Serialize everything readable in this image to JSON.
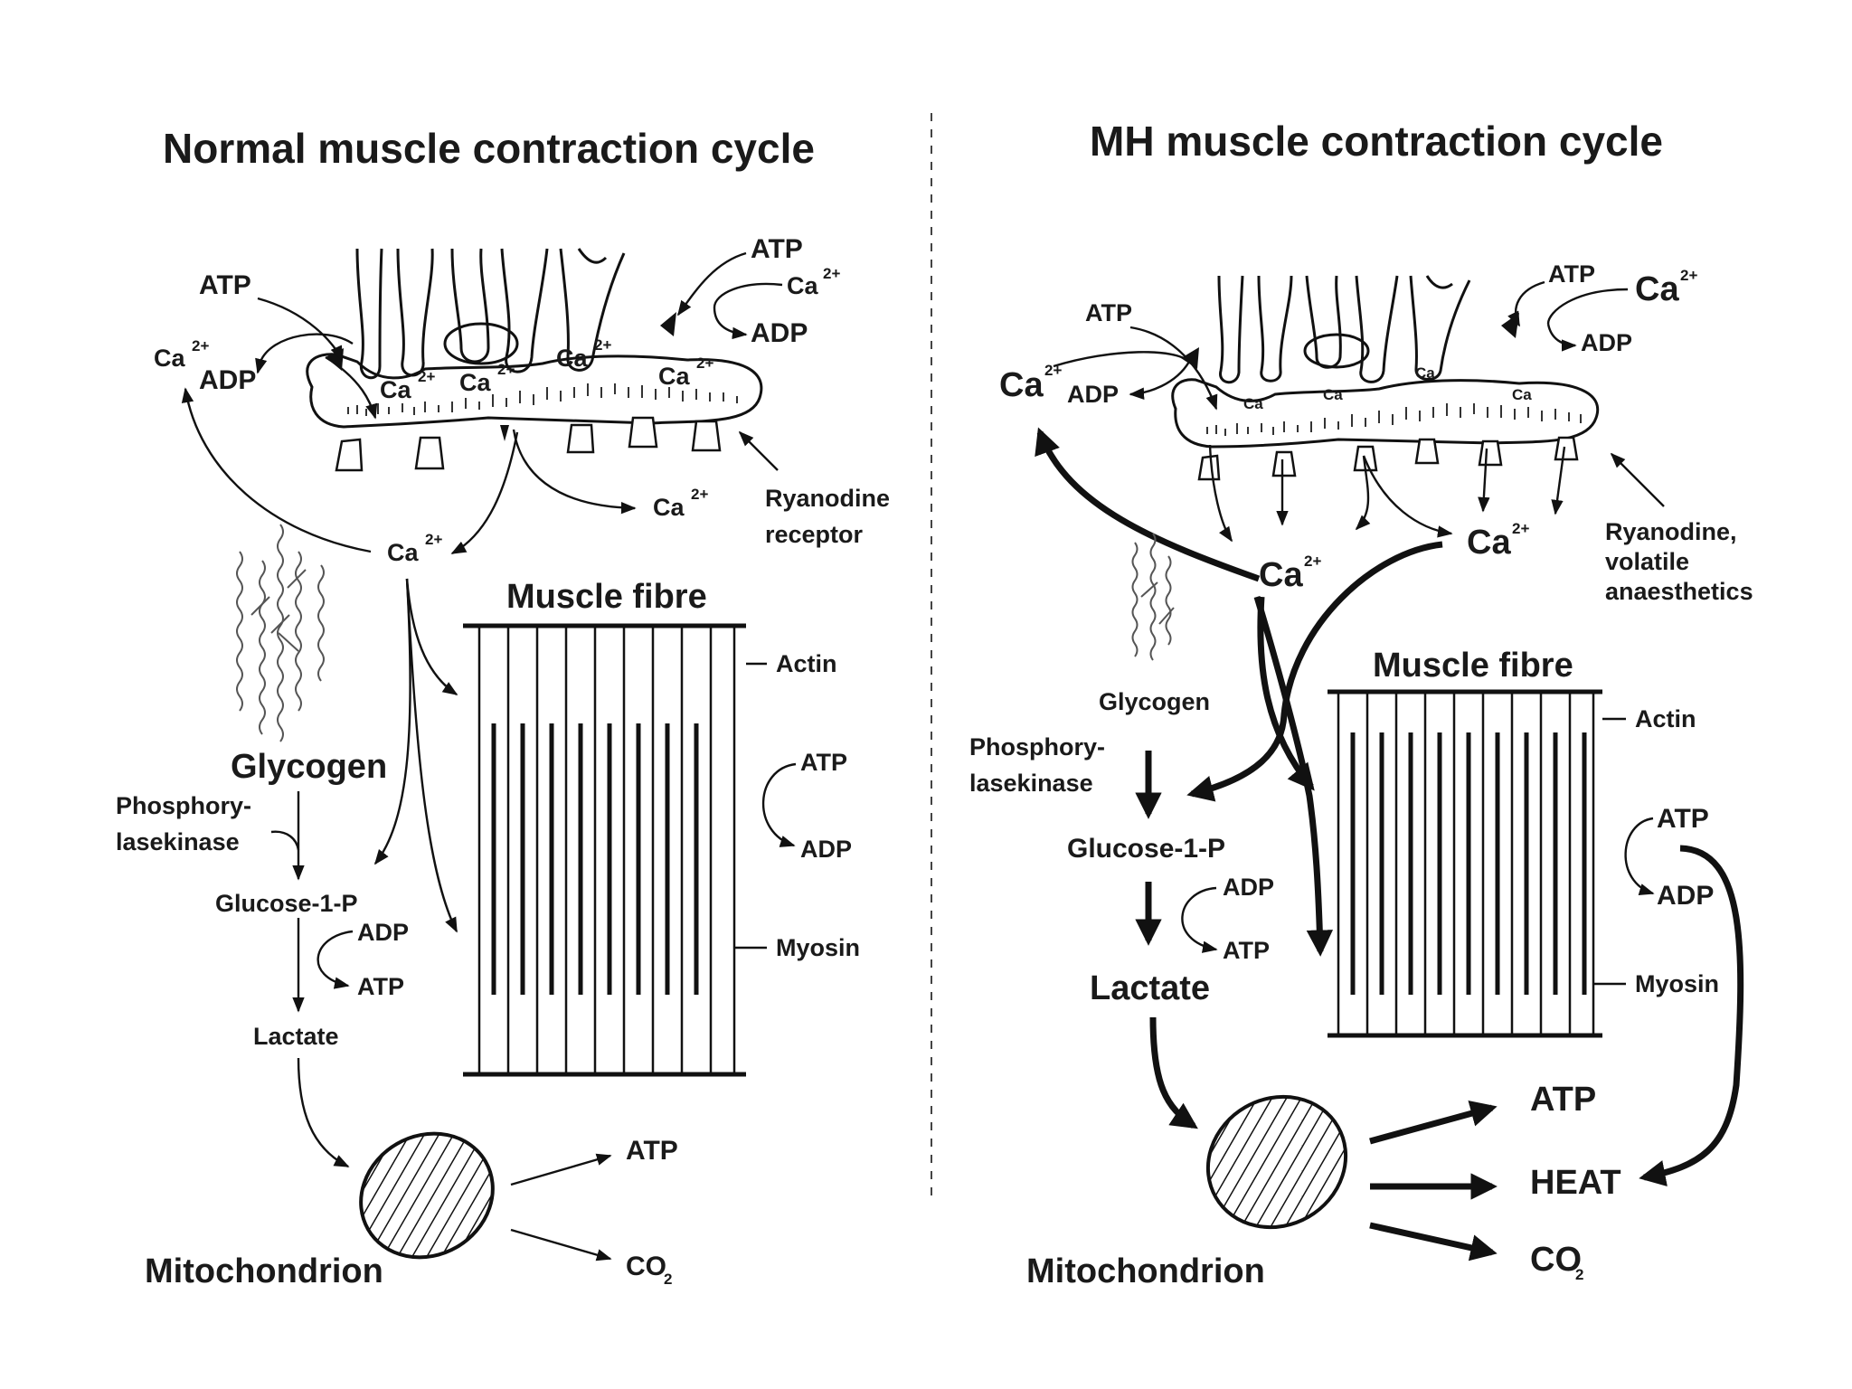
{
  "left_panel": {
    "title": "Normal muscle contraction cycle",
    "atp_top_left": "ATP",
    "ca_top_left": "Ca",
    "adp_top_left": "ADP",
    "atp_top_right": "ATP",
    "ca_top_right": "Ca",
    "adp_top_right": "ADP",
    "sr_ca_1": "Ca",
    "sr_ca_2": "Ca",
    "sr_ca_3": "Ca",
    "sr_ca_4": "Ca",
    "ca_release": "Ca",
    "ca_center": "Ca",
    "ryanodine": "Ryanodine",
    "receptor": "receptor",
    "muscle_fibre": "Muscle fibre",
    "actin": "Actin",
    "atp_fibre": "ATP",
    "adp_fibre": "ADP",
    "myosin": "Myosin",
    "glycogen": "Glycogen",
    "phosphory": "Phosphory-",
    "lasekinase": "lasekinase",
    "glucose": "Glucose-1-P",
    "adp_glc": "ADP",
    "atp_glc": "ATP",
    "lactate": "Lactate",
    "mitochondrion": "Mitochondrion",
    "atp_out": "ATP",
    "co2_out": "CO",
    "sub_2": "2",
    "sup_2plus": "2+"
  },
  "right_panel": {
    "title": "MH muscle contraction cycle",
    "atp_top_left": "ATP",
    "ca_top_left": "Ca",
    "adp_top_left": "ADP",
    "atp_top_right": "ATP",
    "ca_top_right": "Ca",
    "adp_top_right": "ADP",
    "sr_ca_1": "Ca",
    "sr_ca_2": "Ca",
    "sr_ca_3": "Ca",
    "sr_ca_4": "Ca",
    "ca_left": "Ca",
    "ca_right": "Ca",
    "ryanodine": "Ryanodine,",
    "volatile": "volatile",
    "anaesthetics": "anaesthetics",
    "muscle_fibre": "Muscle fibre",
    "actin": "Actin",
    "atp_fibre": "ATP",
    "adp_fibre": "ADP",
    "myosin": "Myosin",
    "glycogen": "Glycogen",
    "phosphory": "Phosphory-",
    "lasekinase": "lasekinase",
    "glucose": "Glucose-1-P",
    "adp_glc": "ADP",
    "atp_glc": "ATP",
    "lactate": "Lactate",
    "mitochondrion": "Mitochondrion",
    "atp_out": "ATP",
    "heat_out": "HEAT",
    "co2_out": "CO",
    "sub_2": "2",
    "sup_2plus": "2+"
  }
}
